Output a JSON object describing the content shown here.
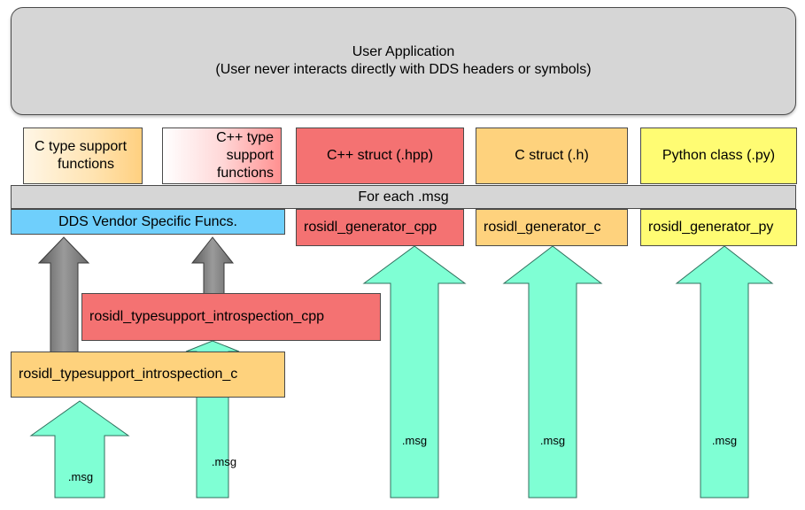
{
  "user_application": {
    "title": "User Application",
    "subtitle": "(User never interacts directly with DDS headers or symbols)"
  },
  "top_boxes": {
    "c_type_support": [
      "C type support",
      "functions"
    ],
    "cpp_type_support": [
      "C++ type",
      "support",
      "functions"
    ],
    "cpp_struct": "C++ struct (.hpp)",
    "c_struct": "C struct (.h)",
    "python_class": "Python class (.py)"
  },
  "for_each_bar": "For each .msg",
  "dds_vendor": "DDS Vendor Specific Funcs.",
  "generators": {
    "cpp": "rosidl_generator_cpp",
    "c": "rosidl_generator_c",
    "py": "rosidl_generator_py"
  },
  "typesupport": {
    "introspection_cpp": "rosidl_typesupport_introspection_cpp",
    "introspection_c": "rosidl_typesupport_introspection_c"
  },
  "arrow_labels": {
    "msg_1": ".msg",
    "msg_2": ".msg",
    "msg_3": ".msg",
    "msg_4": ".msg",
    "msg_5": ".msg"
  },
  "colors": {
    "gray_box": "#d6d6d6",
    "red_box": "#f47272",
    "orange_box": "#fed27d",
    "yellow_box": "#fffc73",
    "blue_box": "#6fcffc",
    "msg_arrow": "#7fffd4",
    "dark_arrow": "#7a7a7a"
  }
}
